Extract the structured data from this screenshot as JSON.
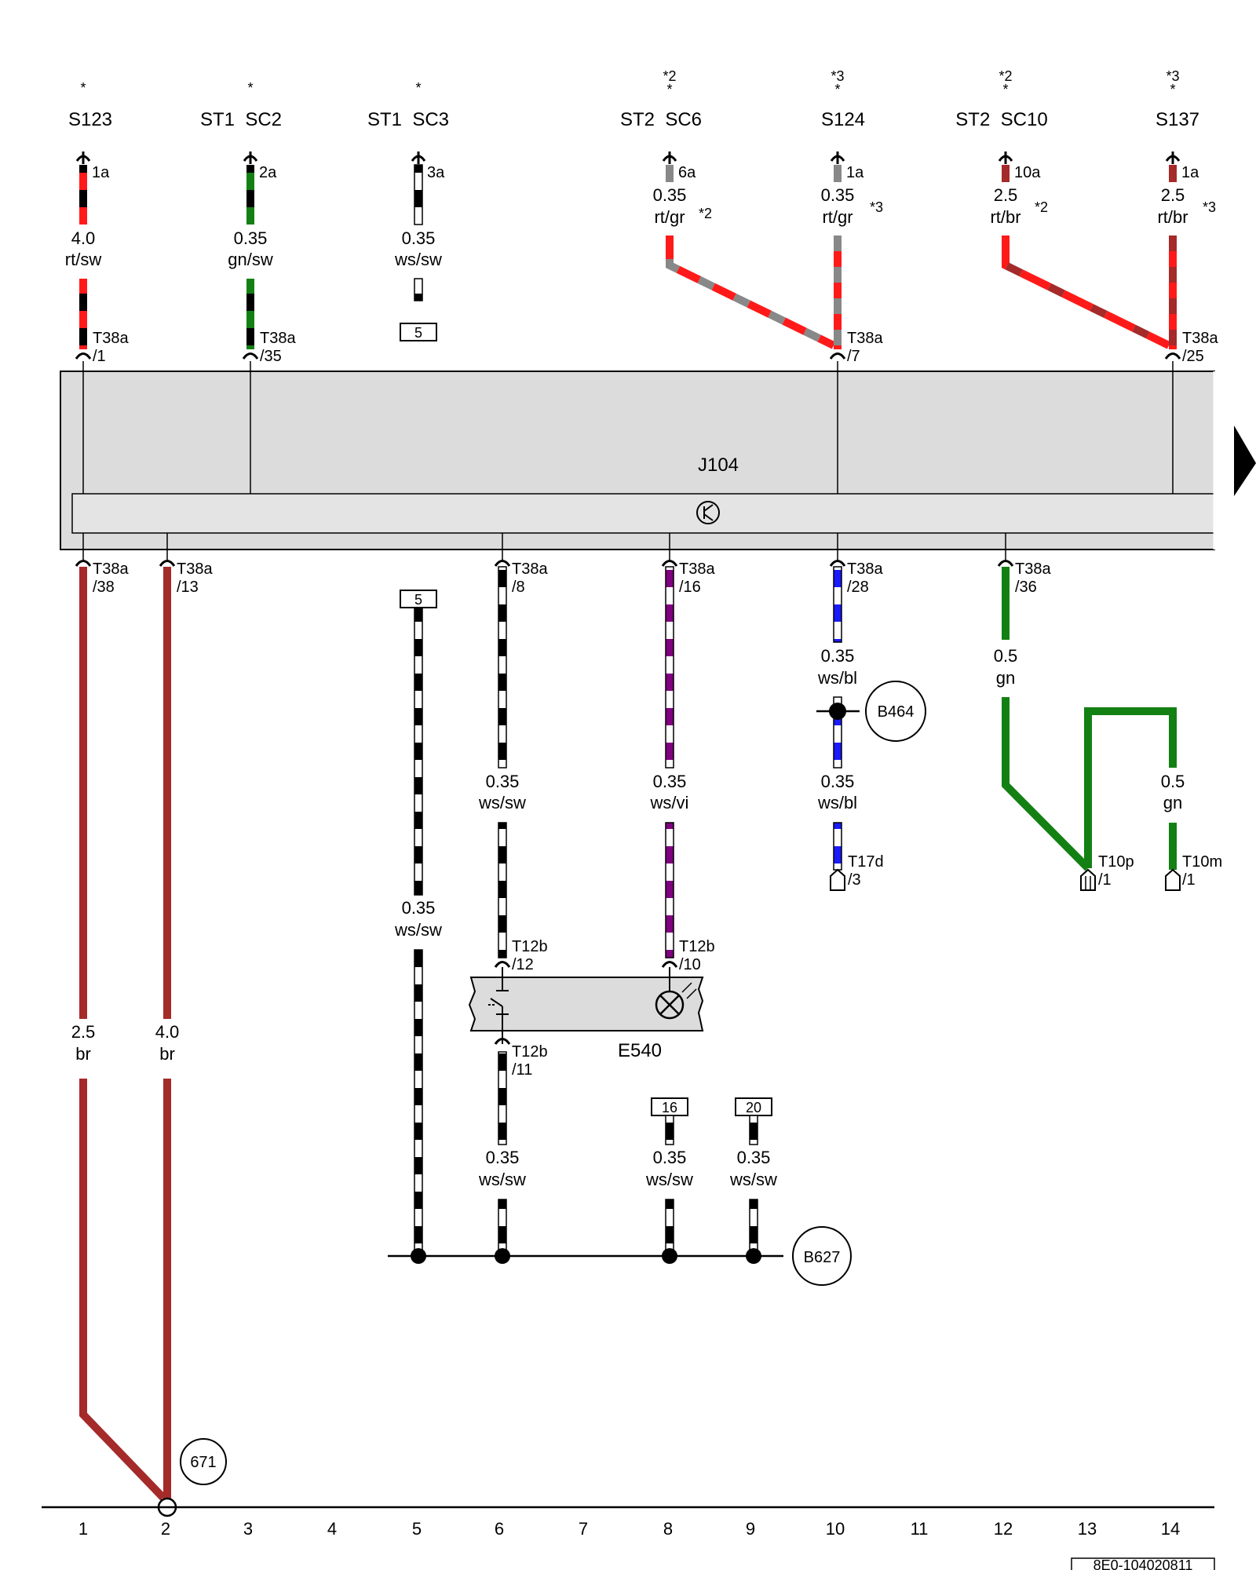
{
  "top_fuses": [
    {
      "mark": "*",
      "id": "S123",
      "pin": "1a",
      "size": "4.0",
      "color": "rt/sw",
      "connector": "T38a",
      "conn_pin": "/1"
    },
    {
      "mark": "*",
      "id": "ST1  SC2",
      "pin": "2a",
      "size": "0.35",
      "color": "gn/sw",
      "connector": "T38a",
      "conn_pin": "/35"
    },
    {
      "mark": "*",
      "id": "ST1  SC3",
      "pin": "3a",
      "size": "0.35",
      "color": "ws/sw",
      "ref": "5"
    },
    {
      "mark_top": "*2",
      "mark": "*",
      "id": "ST2  SC6",
      "pin": "6a",
      "size": "0.35",
      "color": "rt/gr",
      "note": "*2"
    },
    {
      "mark_top": "*3",
      "mark": "*",
      "id": "S124",
      "pin": "1a",
      "size": "0.35",
      "color": "rt/gr",
      "note": "*3",
      "connector": "T38a",
      "conn_pin": "/7"
    },
    {
      "mark_top": "*2",
      "mark": "*",
      "id": "ST2  SC10",
      "pin": "10a",
      "size": "2.5",
      "color": "rt/br",
      "note": "*2"
    },
    {
      "mark_top": "*3",
      "mark": "*",
      "id": "S137",
      "pin": "1a",
      "size": "2.5",
      "color": "rt/br",
      "note": "*3",
      "connector": "T38a",
      "conn_pin": "/25"
    }
  ],
  "module": {
    "label": "J104"
  },
  "bottom_connectors": [
    {
      "connector": "T38a",
      "pin": "/38",
      "size": "2.5",
      "color": "br"
    },
    {
      "connector": "T38a",
      "pin": "/13",
      "size": "4.0",
      "color": "br"
    },
    {
      "connector": "T38a",
      "pin": "/8",
      "size": "0.35",
      "color": "ws/sw"
    },
    {
      "connector": "T38a",
      "pin": "/16",
      "size": "0.35",
      "color": "ws/vi"
    },
    {
      "connector": "T38a",
      "pin": "/28",
      "size": "0.35",
      "color": "ws/bl"
    },
    {
      "connector": "T38a",
      "pin": "/36",
      "size": "0.5",
      "color": "gn"
    }
  ],
  "ref_box_5": "5",
  "wire_5": {
    "size": "0.35",
    "color": "ws/sw"
  },
  "ws_bl_lower": {
    "size": "0.35",
    "color": "ws/bl"
  },
  "node_b464": "B464",
  "t17d": {
    "label": "T17d",
    "pin": "/3"
  },
  "gn_right": {
    "size": "0.5",
    "color": "gn"
  },
  "t10p": {
    "label": "T10p",
    "pin": "/1"
  },
  "t10m": {
    "label": "T10m",
    "pin": "/1"
  },
  "switch": {
    "label": "E540",
    "conn_a": "T12b",
    "pin_a": "/12",
    "conn_b": "T12b",
    "pin_b": "/10",
    "conn_c": "T12b",
    "pin_c": "/11"
  },
  "ref_16": "16",
  "ref_20": "20",
  "lower_wires": [
    {
      "size": "0.35",
      "color": "ws/sw"
    },
    {
      "size": "0.35",
      "color": "ws/sw"
    },
    {
      "size": "0.35",
      "color": "ws/sw"
    }
  ],
  "node_b627": "B627",
  "node_671": "671",
  "track_numbers": [
    "1",
    "2",
    "3",
    "4",
    "5",
    "6",
    "7",
    "8",
    "9",
    "10",
    "11",
    "12",
    "13",
    "14"
  ],
  "doc_id": "8E0-104020811",
  "colors": {
    "red": "#ff1a1a",
    "brown": "#a52a2a",
    "green": "#138013",
    "violet": "#800080",
    "blue": "#1a1aff",
    "grey": "#888888",
    "module_fill": "#dcdcdc"
  }
}
